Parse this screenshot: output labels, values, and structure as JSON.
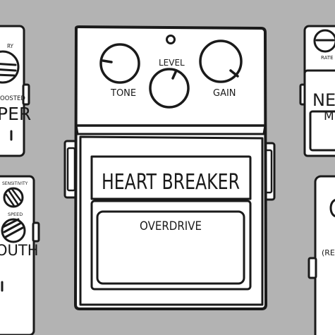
{
  "colors": {
    "background": "#b3b3b3",
    "ink": "#1a1a1a",
    "pedal_body": "#ffffff"
  },
  "main_pedal": {
    "knobs": {
      "tone": "TONE",
      "level": "LEVEL",
      "gain": "GAIN"
    },
    "name": "HEART BREAKER",
    "type": "OVERDRIVE"
  },
  "left_top_pedal": {
    "label_top": "RY",
    "label_mid": "OOSTED",
    "name": "PER"
  },
  "left_bottom_pedal": {
    "sensitivity": "SENSITIVITY",
    "speed": "SPEED",
    "name": "OUTH"
  },
  "right_top_pedal": {
    "rate": "RATE",
    "name": "NE",
    "sub": "M"
  },
  "right_bottom_pedal": {
    "label": "(REA"
  }
}
